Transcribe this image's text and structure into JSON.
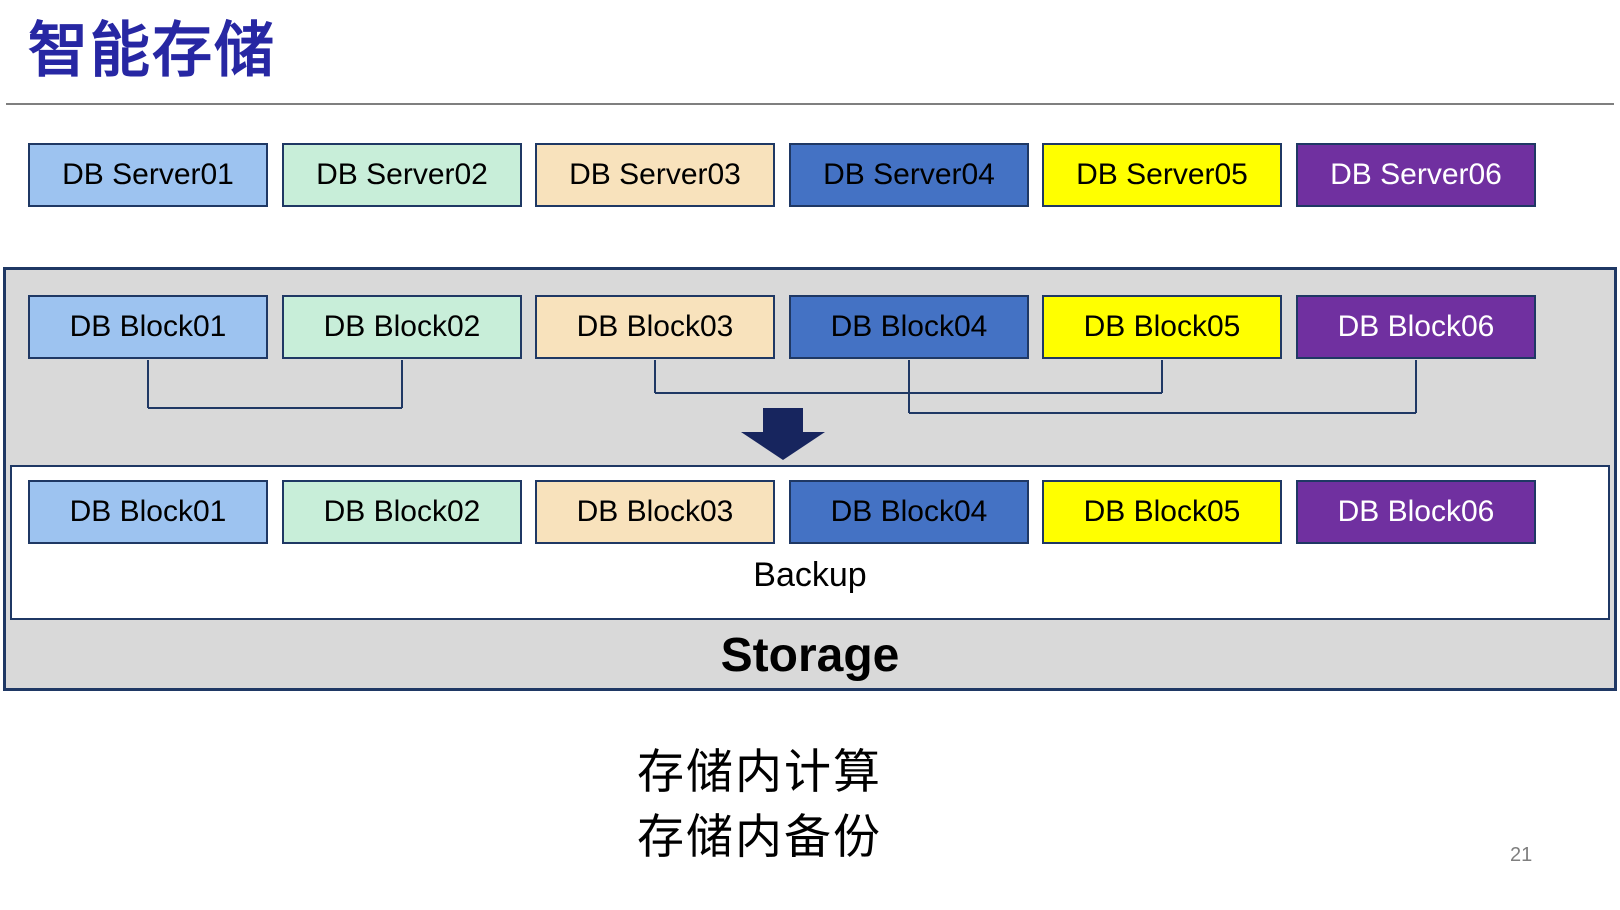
{
  "title": "智能存储",
  "page_number": "21",
  "captions": [
    "存储内计算",
    "存储内备份"
  ],
  "backup_label": "Backup",
  "storage_label": "Storage",
  "colors": {
    "title_blue": "#2727A3",
    "border_navy": "#1F3864",
    "arrow_navy": "#17255E",
    "container_gray": "#D9D9D9",
    "divider_gray": "#7F7F7F",
    "page_number_gray": "#7F7F7F"
  },
  "server_row": [
    {
      "label": "DB Server01",
      "bg": "#9DC3F0",
      "fg": "#000000"
    },
    {
      "label": "DB Server02",
      "bg": "#C8EED9",
      "fg": "#000000"
    },
    {
      "label": "DB Server03",
      "bg": "#F8E2BC",
      "fg": "#000000"
    },
    {
      "label": "DB Server04",
      "bg": "#4472C4",
      "fg": "#000000"
    },
    {
      "label": "DB Server05",
      "bg": "#FFFF00",
      "fg": "#000000"
    },
    {
      "label": "DB Server06",
      "bg": "#7030A0",
      "fg": "#FFFFFF"
    }
  ],
  "block_row_top": [
    {
      "label": "DB Block01",
      "bg": "#9DC3F0",
      "fg": "#000000"
    },
    {
      "label": "DB Block02",
      "bg": "#C8EED9",
      "fg": "#000000"
    },
    {
      "label": "DB Block03",
      "bg": "#F8E2BC",
      "fg": "#000000"
    },
    {
      "label": "DB Block04",
      "bg": "#4472C4",
      "fg": "#000000"
    },
    {
      "label": "DB Block05",
      "bg": "#FFFF00",
      "fg": "#000000"
    },
    {
      "label": "DB Block06",
      "bg": "#7030A0",
      "fg": "#FFFFFF"
    }
  ],
  "block_row_bottom": [
    {
      "label": "DB Block01",
      "bg": "#9DC3F0",
      "fg": "#000000"
    },
    {
      "label": "DB Block02",
      "bg": "#C8EED9",
      "fg": "#000000"
    },
    {
      "label": "DB Block03",
      "bg": "#F8E2BC",
      "fg": "#000000"
    },
    {
      "label": "DB Block04",
      "bg": "#4472C4",
      "fg": "#000000"
    },
    {
      "label": "DB Block05",
      "bg": "#FFFF00",
      "fg": "#000000"
    },
    {
      "label": "DB Block06",
      "bg": "#7030A0",
      "fg": "#FFFFFF"
    }
  ]
}
